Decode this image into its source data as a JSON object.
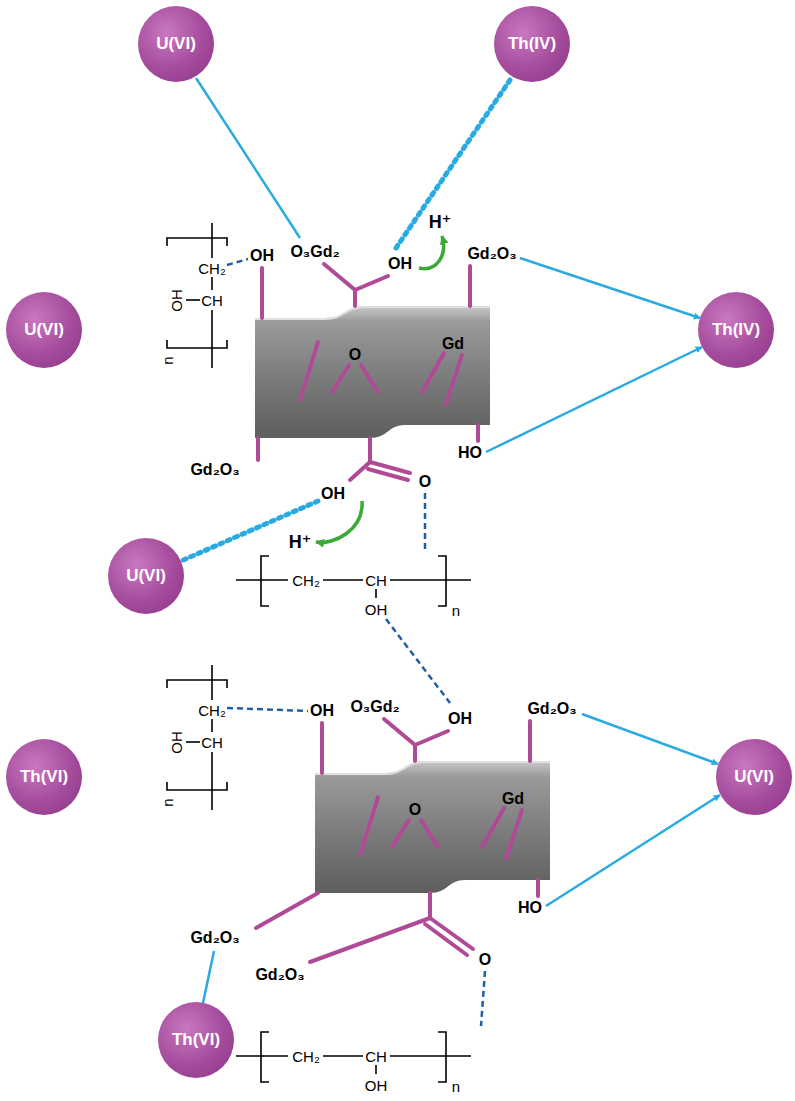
{
  "diagram": {
    "nodes": [
      {
        "text": [
          "U(VI)"
        ]
      },
      {
        "text": [
          "Th(IV)"
        ]
      },
      {
        "text": [
          "U(VI)"
        ]
      },
      {
        "text": [
          "Th(IV)"
        ]
      },
      {
        "text": [
          "U(VI)"
        ]
      },
      {
        "text": [
          "Th(VI)"
        ]
      },
      {
        "text": [
          "U(VI)"
        ]
      },
      {
        "text": [
          "Th(VI)"
        ]
      }
    ],
    "labels": [
      "H⁺",
      "OH",
      "O₃Gd₂",
      "OH",
      "Gd₂O₃",
      "CH₂",
      "OH",
      "CH",
      "n",
      "O",
      "Gd",
      "HO",
      "Gd₂O₃",
      "O",
      "OH",
      "H⁺",
      "CH₂",
      "CH",
      "OH",
      "n",
      "CH₂",
      "OH",
      "CH",
      "n",
      "OH",
      "O₃Gd₂",
      "OH",
      "Gd₂O₃",
      "Gd",
      "O",
      "HO",
      "Gd₂O₃",
      "O",
      "Gd₂O₃",
      "CH₂",
      "CH",
      "OH",
      "n"
    ]
  }
}
